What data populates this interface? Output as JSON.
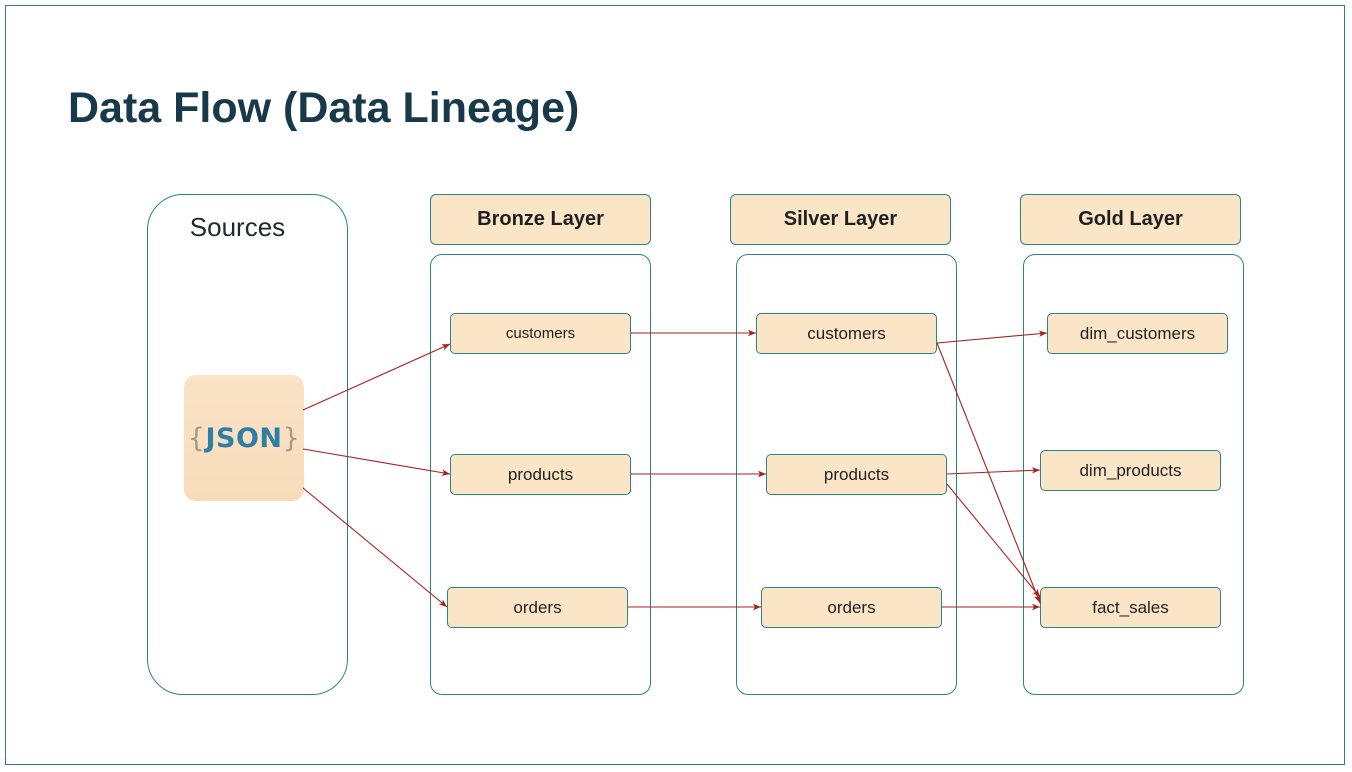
{
  "title": "Data Flow (Data Lineage)",
  "colors": {
    "accent": "#17394a",
    "border": "#2b8585",
    "node_fill": "#fae5c6",
    "arrow": "#a8201c",
    "json_text": "#2e7fa6"
  },
  "sources": {
    "label": "Sources",
    "json_logo": {
      "open": "{",
      "text": "JSON",
      "close": "}",
      "icon": "json-logo-icon"
    }
  },
  "layers": {
    "bronze": {
      "label": "Bronze Layer",
      "items": [
        "customers",
        "products",
        "orders"
      ]
    },
    "silver": {
      "label": "Silver Layer",
      "items": [
        "customers",
        "products",
        "orders"
      ]
    },
    "gold": {
      "label": "Gold Layer",
      "items": [
        "dim_customers",
        "dim_products",
        "fact_sales"
      ]
    }
  },
  "flows": [
    [
      "sources.json",
      "bronze.customers"
    ],
    [
      "sources.json",
      "bronze.products"
    ],
    [
      "sources.json",
      "bronze.orders"
    ],
    [
      "bronze.customers",
      "silver.customers"
    ],
    [
      "bronze.products",
      "silver.products"
    ],
    [
      "bronze.orders",
      "silver.orders"
    ],
    [
      "silver.customers",
      "gold.dim_customers"
    ],
    [
      "silver.customers",
      "gold.fact_sales"
    ],
    [
      "silver.products",
      "gold.dim_products"
    ],
    [
      "silver.products",
      "gold.fact_sales"
    ],
    [
      "silver.orders",
      "gold.fact_sales"
    ]
  ]
}
